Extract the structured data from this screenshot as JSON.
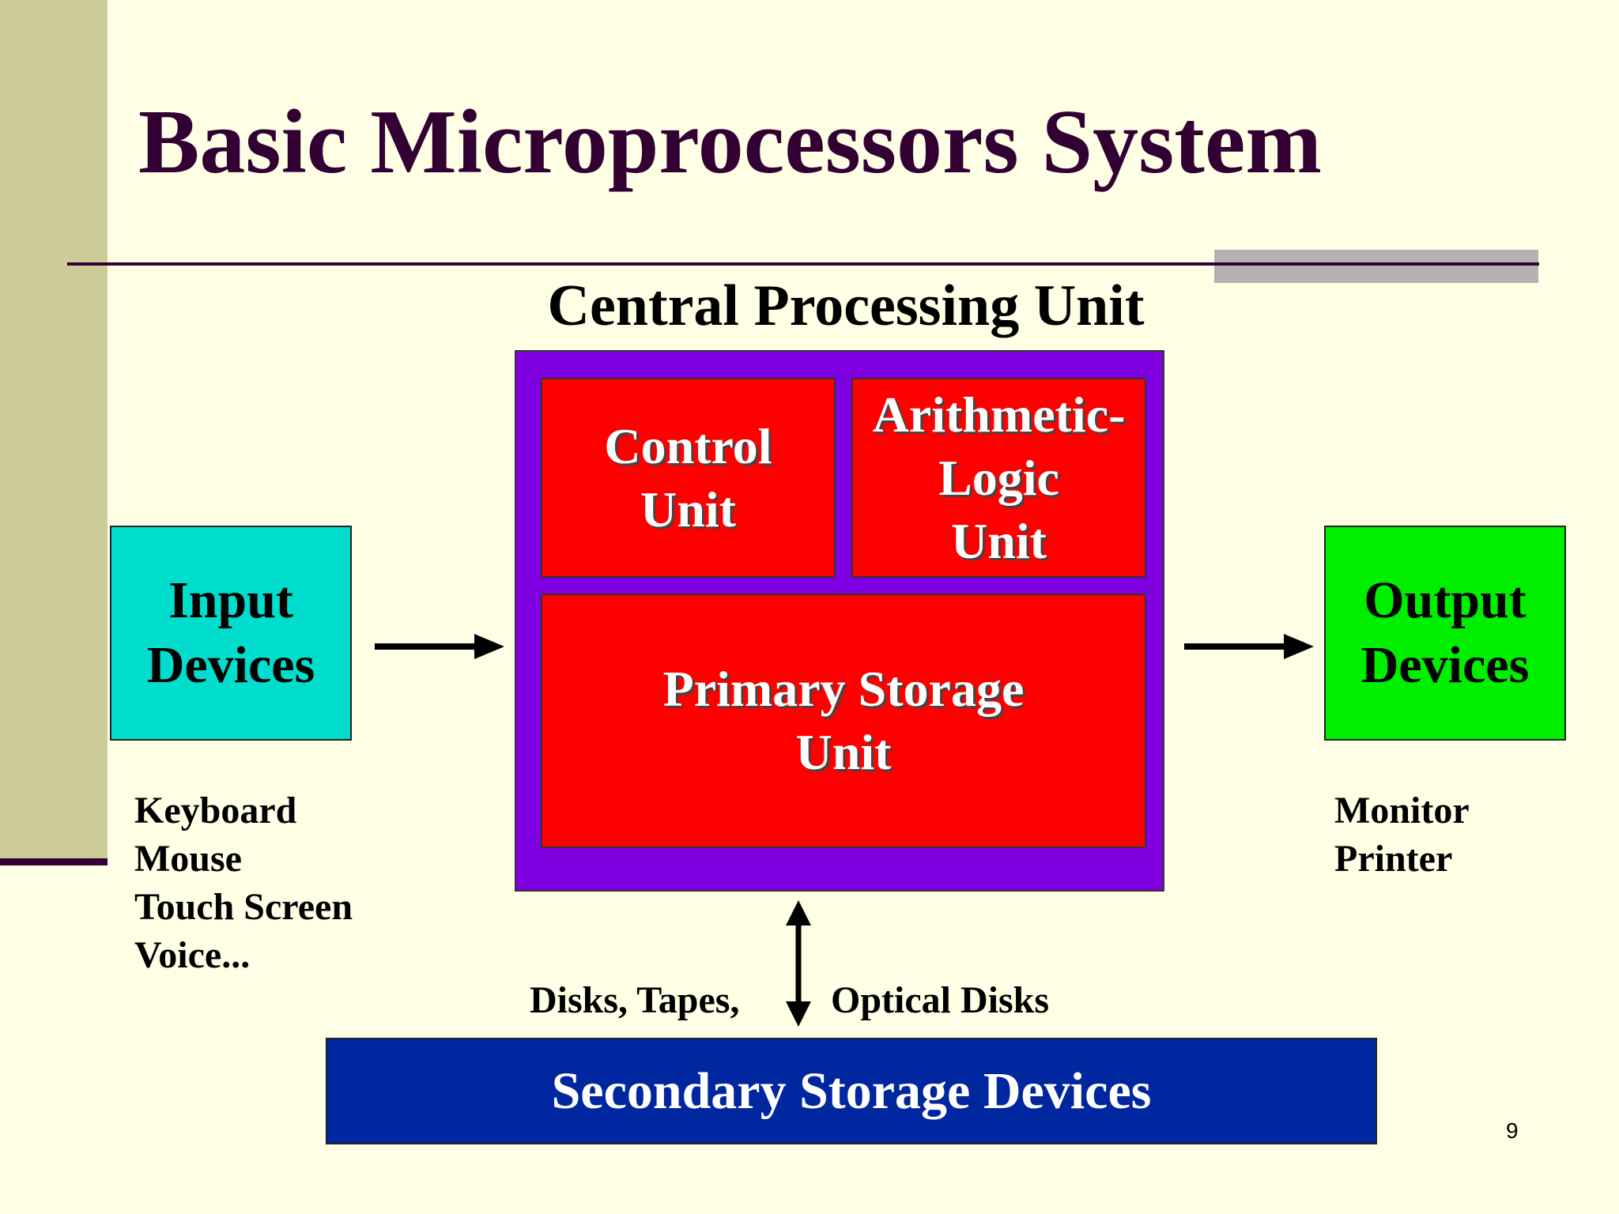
{
  "slide": {
    "title": "Basic Microprocessors System",
    "page_number": "9"
  },
  "cpu": {
    "label": "Central Processing Unit",
    "control_unit": [
      "Control",
      "Unit"
    ],
    "alu": [
      "Arithmetic-",
      "Logic",
      "Unit"
    ],
    "primary_storage": [
      "Primary Storage",
      "Unit"
    ]
  },
  "input": {
    "label": [
      "Input",
      "Devices"
    ],
    "examples": [
      "Keyboard",
      "Mouse",
      "Touch Screen",
      "Voice..."
    ]
  },
  "output": {
    "label": [
      "Output",
      "Devices"
    ],
    "examples": [
      "Monitor",
      "Printer"
    ]
  },
  "secondary": {
    "label": "Secondary Storage Devices",
    "caption_left": "Disks, Tapes,",
    "caption_right": "Optical Disks"
  },
  "colors": {
    "background": "#FFFFE6",
    "sidebar": "#CCCC99",
    "title": "#330033",
    "cpu_container": "#7F00E0",
    "cpu_units": "#FF0000",
    "input_box": "#00DDCC",
    "output_box": "#00EE00",
    "secondary_box": "#0026A0"
  },
  "icons": {
    "input_arrow": "arrow-right-icon",
    "output_arrow": "arrow-right-icon",
    "storage_arrow": "arrow-up-down-icon"
  }
}
